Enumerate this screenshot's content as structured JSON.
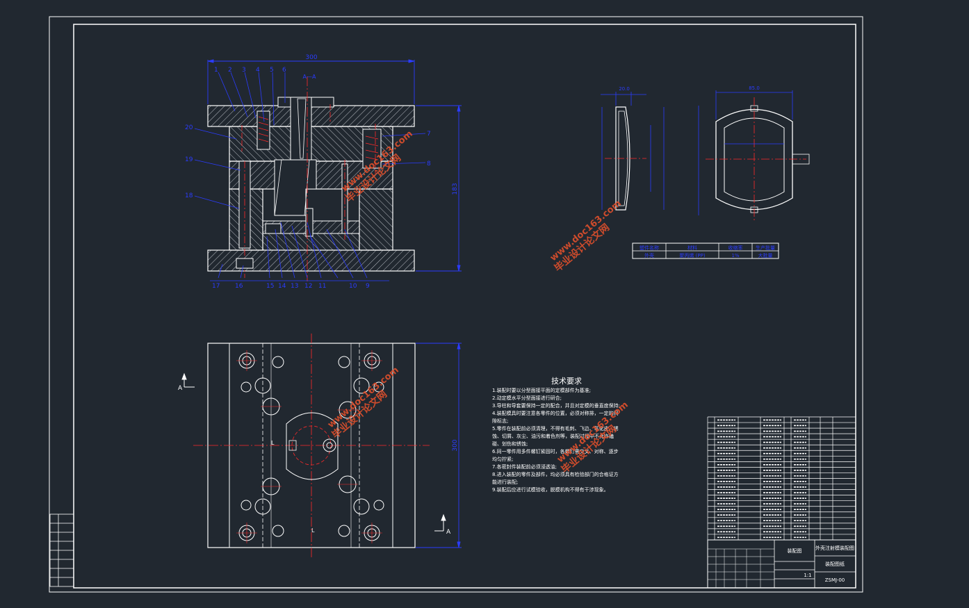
{
  "colors": {
    "background": "#212830",
    "frame": "#ffffff",
    "outline": "#ffffff",
    "hatch": "#c8ccd0",
    "dimension": "#2b3cff",
    "centerline": "#ff2a2a",
    "watermark": "#e0502c"
  },
  "assembly_view": {
    "overall_width_dim": "300",
    "overall_height_dim": "183",
    "section_marker": "A—A",
    "part_callouts_top": [
      "1",
      "2",
      "3",
      "4",
      "5",
      "6"
    ],
    "part_callouts_left": [
      "20",
      "19",
      "18"
    ],
    "part_callouts_right": [
      "7",
      "8"
    ],
    "part_callouts_bottom": [
      "17",
      "16",
      "15",
      "14",
      "13",
      "12",
      "11",
      "10",
      "9"
    ]
  },
  "plan_view": {
    "height_dim": "300",
    "section_label_left": "A",
    "section_label_right": "A",
    "gate_mark_1": "L",
    "gate_mark_2": "L"
  },
  "part_views": {
    "side_view_width_dim": "20.0",
    "front_view_width_dim": "85.0"
  },
  "material_table": {
    "headers": [
      "塑件名称",
      "材料",
      "收缩率",
      "生产批量"
    ],
    "values": [
      "外壳",
      "聚丙烯 (PP)",
      "1%",
      "大批量"
    ]
  },
  "technical_requirements": {
    "title": "技术要求",
    "items": [
      "1.装配时要以分型面接平面的定模部件为基准;",
      "2.动定模水平分型面接进行研合;",
      "3.导柱和导套要保持一定的配合，并且对定模的垂直度保持;",
      "4.装配模具时要注意各零件的位置，必须对称排，一定的间",
      "   隙标志;",
      "5.零件在装配前必须清理，不得有毛刺、飞边、氧化皮、锈",
      "   蚀、切屑、灰尘、油污和着色剂等，装配过程中不允许磕",
      "   碰、划伤和锈蚀;",
      "6.同一零件用多件螺钉紧固时，各螺钉需交叉、对称、逐步",
      "   均匀拧紧;",
      "7.各密封件装配前必须浸透油;",
      "8.进入装配的零件及部件，均必须具有检验部门的合格证方",
      "   能进行装配;",
      "9.装配后应进行试模验收，脱模机构不得有干涉现象。"
    ]
  },
  "watermarks": [
    {
      "line1": "毕业设计论文网",
      "line2": "www.doc163.com"
    },
    {
      "line1": "毕业设计论文网",
      "line2": "www.doc163.com"
    },
    {
      "line1": "毕业设计论文网",
      "line2": "www.doc163.com"
    },
    {
      "line1": "毕业设计论文网",
      "line2": "www.doc163.com"
    }
  ],
  "title_block": {
    "drawing_name": "装配图",
    "assembly_name": "外壳注射模装配图",
    "drawing_no": "ZSMJ-00",
    "school": "装配图纸",
    "scale_label": "1:1"
  }
}
